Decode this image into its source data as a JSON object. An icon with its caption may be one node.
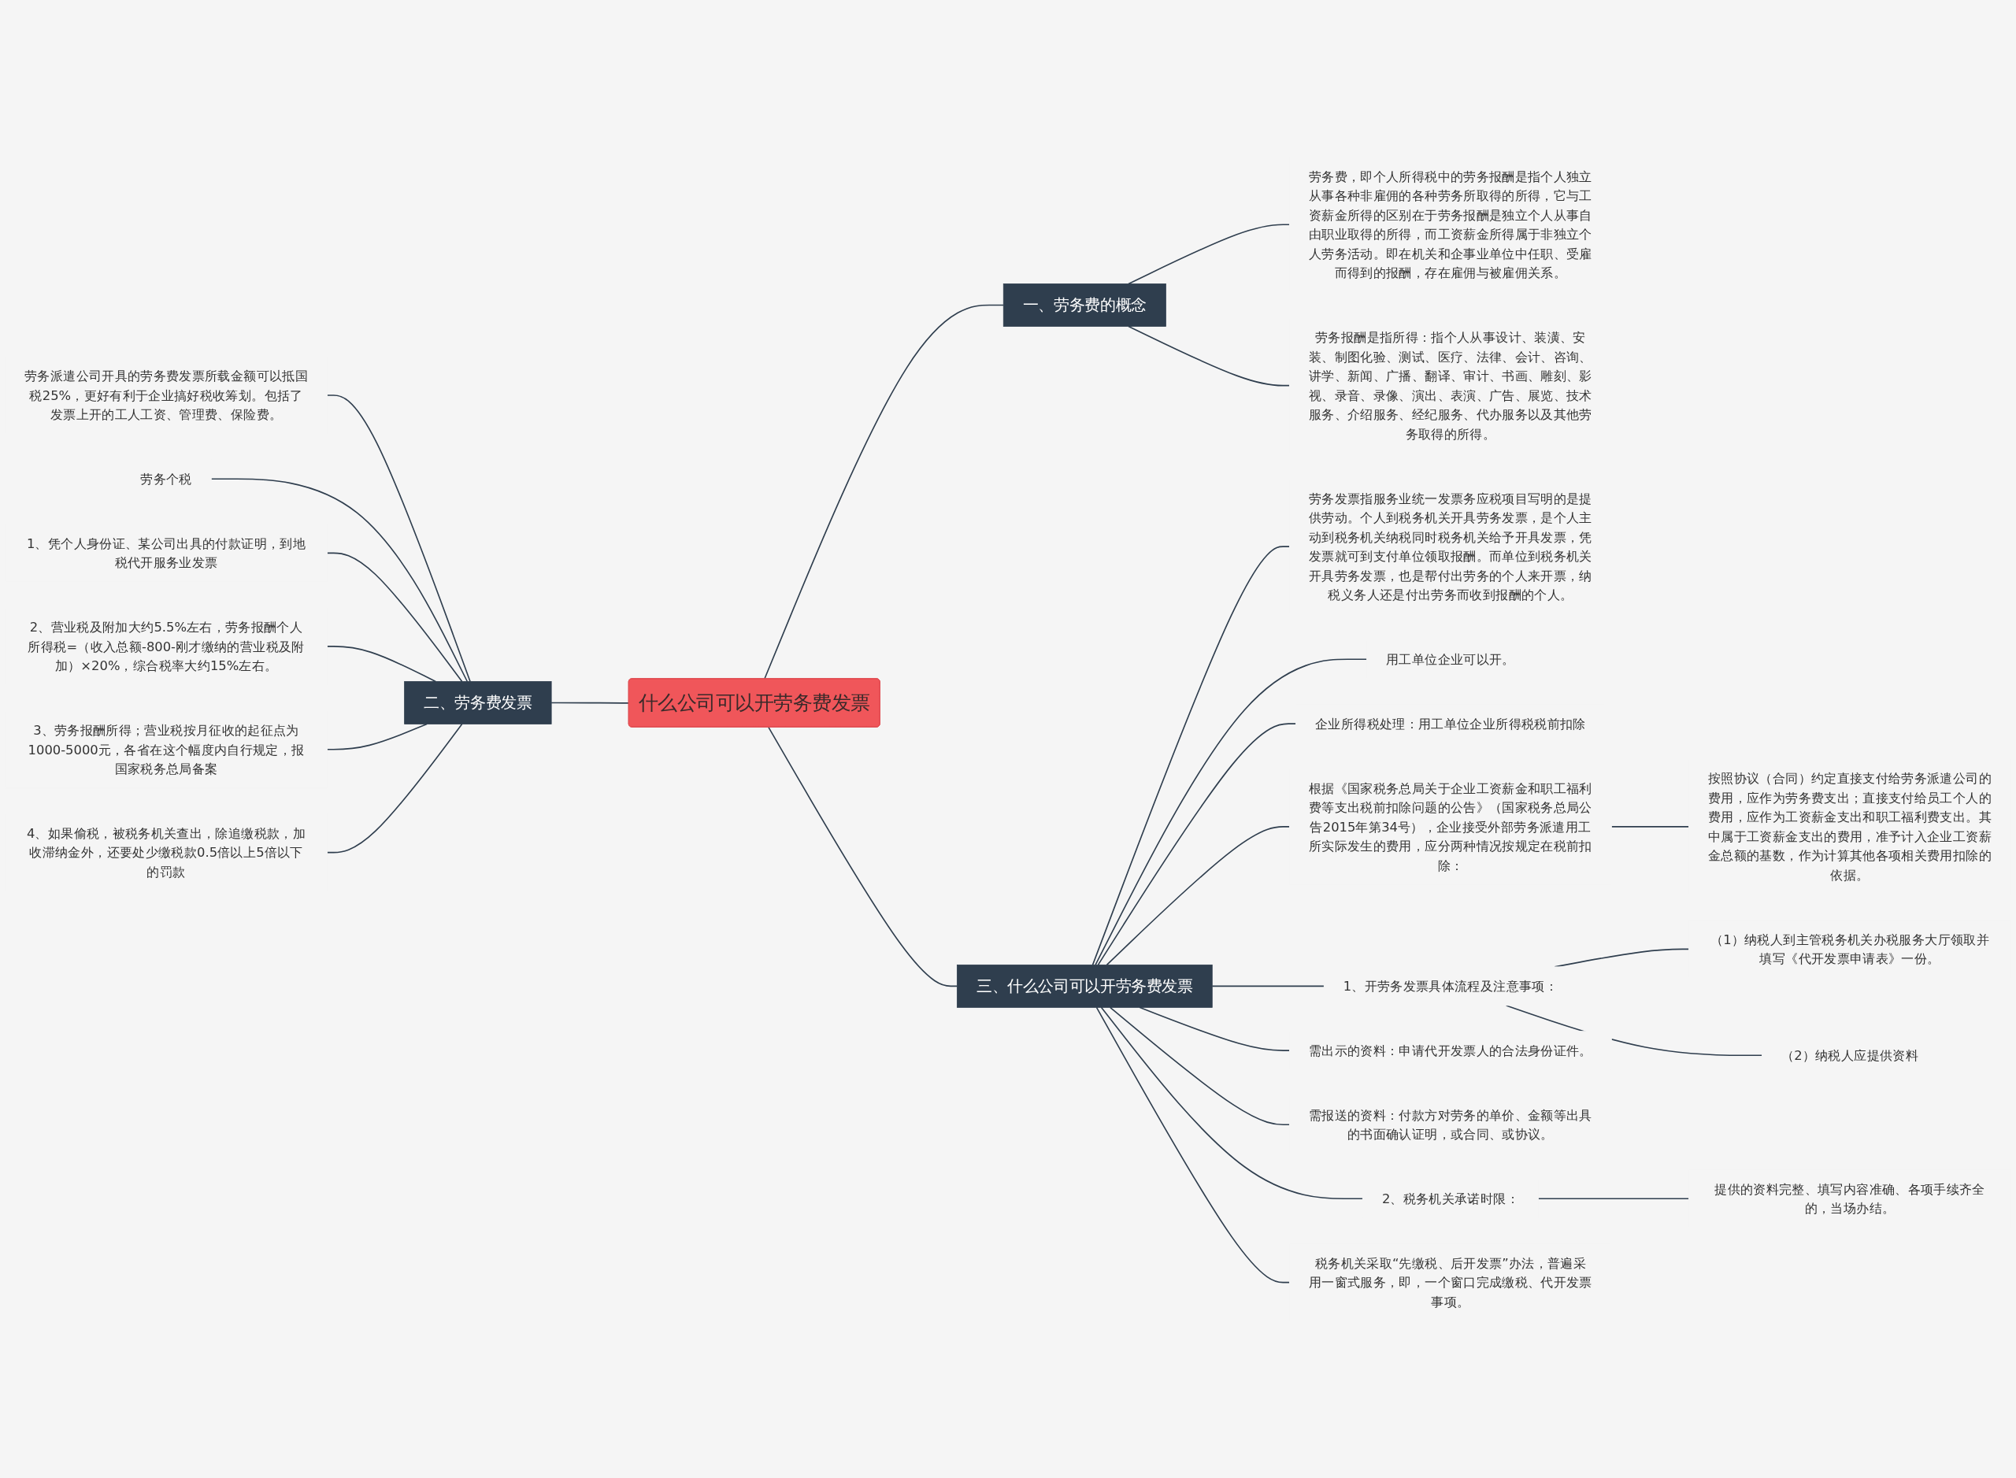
{
  "diagram": {
    "nodes": [
      {
        "text": [
          "什么公司可以开劳务费发票"
        ]
      },
      {
        "text": [
          "一、劳务费的概念"
        ]
      },
      {
        "text": [
          "劳务费，即个人所得税中的劳务报酬是指个人独立从事各种非雇佣的各种劳务所取得的所得，它与工资薪金所得的区别在于劳务报酬是独立个人从事自由职业取得的所得，而工资薪金所得属于非独立个人劳务活动。即在机关和企事业单位中任职、受雇而得到的报酬，存在雇佣与被雇佣关系。"
        ]
      },
      {
        "text": [
          "劳务报酬是指所得：指个人从事设计、装潢、安装、制图化验、测试、医疗、法律、会计、咨询、讲学、新闻、广播、翻译、审计、书画、雕刻、影视、录音、录像、演出、表演、广告、展览、技术服务、介绍服务、经纪服务、代办服务以及其他劳务取得的所得。"
        ]
      },
      {
        "text": [
          "二、劳务费发票"
        ]
      },
      {
        "text": [
          "劳务派遣公司开具的劳务费发票所载金额可以抵国税25%，更好有利于企业搞好税收筹划。包括了发票上开的工人工资、管理费、保险费。"
        ]
      },
      {
        "text": [
          "劳务个税"
        ]
      },
      {
        "text": [
          "1、凭个人身份证、某公司出具的付款证明，到地税代开服务业发票"
        ]
      },
      {
        "text": [
          "2、营业税及附加大约5.5%左右，劳务报酬个人所得税=（收入总额-800-刚才缴纳的营业税及附加）×20%，综合税率大约15%左右。"
        ]
      },
      {
        "text": [
          "3、劳务报酬所得；营业税按月征收的起征点为1000-5000元，各省在这个幅度内自行规定，报国家税务总局备案"
        ]
      },
      {
        "text": [
          "4、如果偷税，被税务机关查出，除追缴税款，加收滞纳金外，还要处少缴税款0.5倍以上5倍以下的罚款"
        ]
      },
      {
        "text": [
          "三、什么公司可以开劳务费发票"
        ]
      },
      {
        "text": [
          "劳务发票指服务业统一发票务应税项目写明的是提供劳动。个人到税务机关开具劳务发票，是个人主动到税务机关纳税同时税务机关给予开具发票，凭发票就可到支付单位领取报酬。而单位到税务机关开具劳务发票，也是帮付出劳务的个人来开票，纳税义务人还是付出劳务而收到报酬的个人。"
        ]
      },
      {
        "text": [
          "用工单位企业可以开。"
        ]
      },
      {
        "text": [
          "企业所得税处理：用工单位企业所得税税前扣除"
        ]
      },
      {
        "text": [
          "根据《国家税务总局关于企业工资薪金和职工福利费等支出税前扣除问题的公告》（国家税务总局公告2015年第34号），企业接受外部劳务派遣用工所实际发生的费用，应分两种情况按规定在税前扣除："
        ]
      },
      {
        "text": [
          "按照协议（合同）约定直接支付给劳务派遣公司的费用，应作为劳务费支出；直接支付给员工个人的费用，应作为工资薪金支出和职工福利费支出。其中属于工资薪金支出的费用，准予计入企业工资薪金总额的基数，作为计算其他各项相关费用扣除的依据。"
        ]
      },
      {
        "text": [
          "1、开劳务发票具体流程及注意事项："
        ]
      },
      {
        "text": [
          "（1）纳税人到主管税务机关办税服务大厅领取并填写《代开发票申请表》一份。"
        ]
      },
      {
        "text": [
          "（2）纳税人应提供资料"
        ]
      },
      {
        "text": [
          "需出示的资料：申请代开发票人的合法身份证件。"
        ]
      },
      {
        "text": [
          "需报送的资料：付款方对劳务的单价、金额等出具的书面确认证明，或合同、或协议。"
        ]
      },
      {
        "text": [
          "2、税务机关承诺时限："
        ]
      },
      {
        "text": [
          "提供的资料完整、填写内容准确、各项手续齐全的，当场办结。"
        ]
      },
      {
        "text": [
          "税务机关采取“先缴税、后开发票”办法，普遍采用一窗式服务，即，一个窗口完成缴税、代开发票事项。"
        ]
      }
    ],
    "edges": [
      {
        "from": 0,
        "to": 1,
        "arrow": "none"
      },
      {
        "from": 1,
        "to": 2,
        "arrow": "none"
      },
      {
        "from": 1,
        "to": 3,
        "arrow": "none"
      },
      {
        "from": 0,
        "to": 4,
        "arrow": "none"
      },
      {
        "from": 4,
        "to": 5,
        "arrow": "none"
      },
      {
        "from": 4,
        "to": 6,
        "arrow": "none"
      },
      {
        "from": 4,
        "to": 7,
        "arrow": "none"
      },
      {
        "from": 4,
        "to": 8,
        "arrow": "none"
      },
      {
        "from": 4,
        "to": 9,
        "arrow": "none"
      },
      {
        "from": 4,
        "to": 10,
        "arrow": "none"
      },
      {
        "from": 0,
        "to": 11,
        "arrow": "none"
      },
      {
        "from": 11,
        "to": 12,
        "arrow": "none"
      },
      {
        "from": 11,
        "to": 13,
        "arrow": "none"
      },
      {
        "from": 11,
        "to": 14,
        "arrow": "none"
      },
      {
        "from": 11,
        "to": 15,
        "arrow": "none"
      },
      {
        "from": 15,
        "to": 16,
        "arrow": "none"
      },
      {
        "from": 11,
        "to": 17,
        "arrow": "none"
      },
      {
        "from": 17,
        "to": 18,
        "arrow": "none"
      },
      {
        "from": 17,
        "to": 19,
        "arrow": "none"
      },
      {
        "from": 11,
        "to": 20,
        "arrow": "none"
      },
      {
        "from": 11,
        "to": 21,
        "arrow": "none"
      },
      {
        "from": 11,
        "to": 22,
        "arrow": "none"
      },
      {
        "from": 22,
        "to": 23,
        "arrow": "none"
      },
      {
        "from": 11,
        "to": 24,
        "arrow": "none"
      }
    ]
  }
}
